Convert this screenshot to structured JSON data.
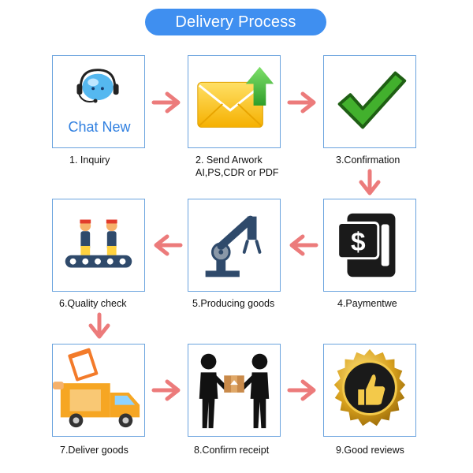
{
  "title": "Delivery Process",
  "inquiry_icon_text": "Chat New",
  "steps": [
    {
      "label": "1. Inquiry",
      "icon": "chat-headset-icon"
    },
    {
      "label": "2. Send Arwork\nAI,PS,CDR or PDF",
      "icon": "envelope-upload-icon"
    },
    {
      "label": "3.Confirmation",
      "icon": "checkmark-icon"
    },
    {
      "label": "4.Paymentwe",
      "icon": "dollar-card-icon"
    },
    {
      "label": "5.Producing goods",
      "icon": "robot-arm-icon"
    },
    {
      "label": "6.Quality check",
      "icon": "conveyor-workers-icon"
    },
    {
      "label": "7.Deliver goods",
      "icon": "delivery-truck-icon"
    },
    {
      "label": "8.Confirm receipt",
      "icon": "people-handover-box-icon"
    },
    {
      "label": "9.Good reviews",
      "icon": "thumbs-up-seal-icon"
    }
  ],
  "colors": {
    "title_bg": "#3f8ff0",
    "box_border": "#6aa3de",
    "arrow": "#ec7b7b"
  }
}
